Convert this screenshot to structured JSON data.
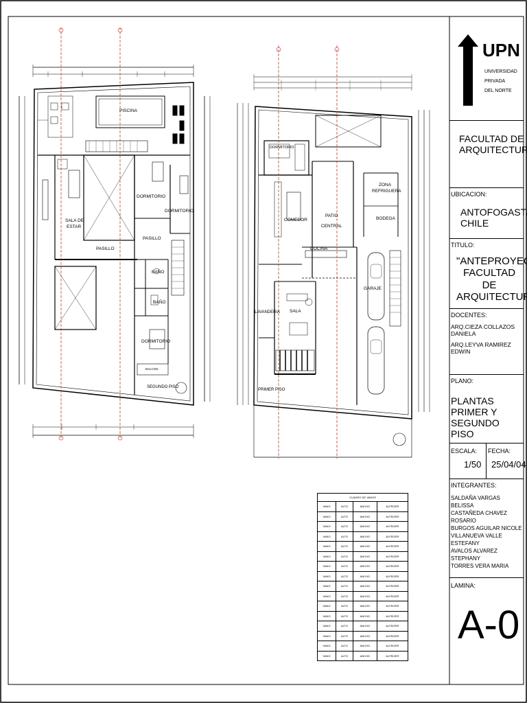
{
  "sheet": {
    "logo_text": "UPN",
    "logo_sub": [
      "UNIVERSIDAD",
      "PRIVADA",
      "DEL NORTE"
    ],
    "faculty": [
      "FACULTAD DE",
      "ARQUITECTURA"
    ],
    "ubicacion_label": "UBICACION:",
    "ubicacion_value": [
      "ANTOFOGASTA",
      "CHILE"
    ],
    "titulo_label": "TITULO:",
    "titulo_value": [
      "\"ANTEPROYECTO",
      "FACULTAD DE",
      "ARQUITECTURA\""
    ],
    "docentes_label": "DOCENTES:",
    "docentes": [
      "ARQ.CIEZA COLLAZOS DANIELA",
      "ARQ.LEYVA RAMIREZ EDWIN"
    ],
    "plano_label": "PLANO:",
    "plano_value": [
      "PLANTAS PRIMER Y",
      "SEGUNDO PISO"
    ],
    "escala_label": "ESCALA:",
    "escala_value": "1/50",
    "fecha_label": "FECHA:",
    "fecha_value": "25/04/04",
    "integrantes_label": "INTEGRANTES:",
    "integrantes": [
      "SALDAÑA VARGAS BELISSA",
      "CASTAÑEDA CHAVEZ ROSARIO",
      "BURGOS AGUILAR NICOLE",
      "VILLANUEVA VALLE ESTEFANY",
      "AVALOS ALVAREZ STEPHANY",
      "TORRES VERA MARIA"
    ],
    "lamina_label": "LAMINA:",
    "lamina_value": "A-0"
  },
  "plans": {
    "second_floor": {
      "title": "SEGUNDO PISO",
      "rooms": [
        "PISCINA",
        "SALA DE",
        "ESTAR",
        "DORMITORIO",
        "DORMITORIO",
        "PASILLO",
        "PASILLO",
        "BAÑO",
        "BAÑO",
        "DORMITORIO",
        "BALCON"
      ]
    },
    "first_floor": {
      "title": "PRIMER PISO",
      "rooms": [
        "DORMITORIO",
        "COMEDOR",
        "PATIO",
        "CENTRAL",
        "ZONA",
        "REFRIGUERA",
        "BODEGA",
        "COCINA",
        "GARAJE",
        "LAVANDERIA",
        "SALA"
      ]
    }
  },
  "schedule": {
    "title": "CUADRO DE VANOS",
    "header": [
      "VANO",
      "ALTO",
      "ANCHO",
      "ALFEIZER"
    ],
    "row": [
      "VANO",
      "ALTO",
      "ANCHO",
      "ALFEIZER"
    ],
    "row_count": 15
  }
}
